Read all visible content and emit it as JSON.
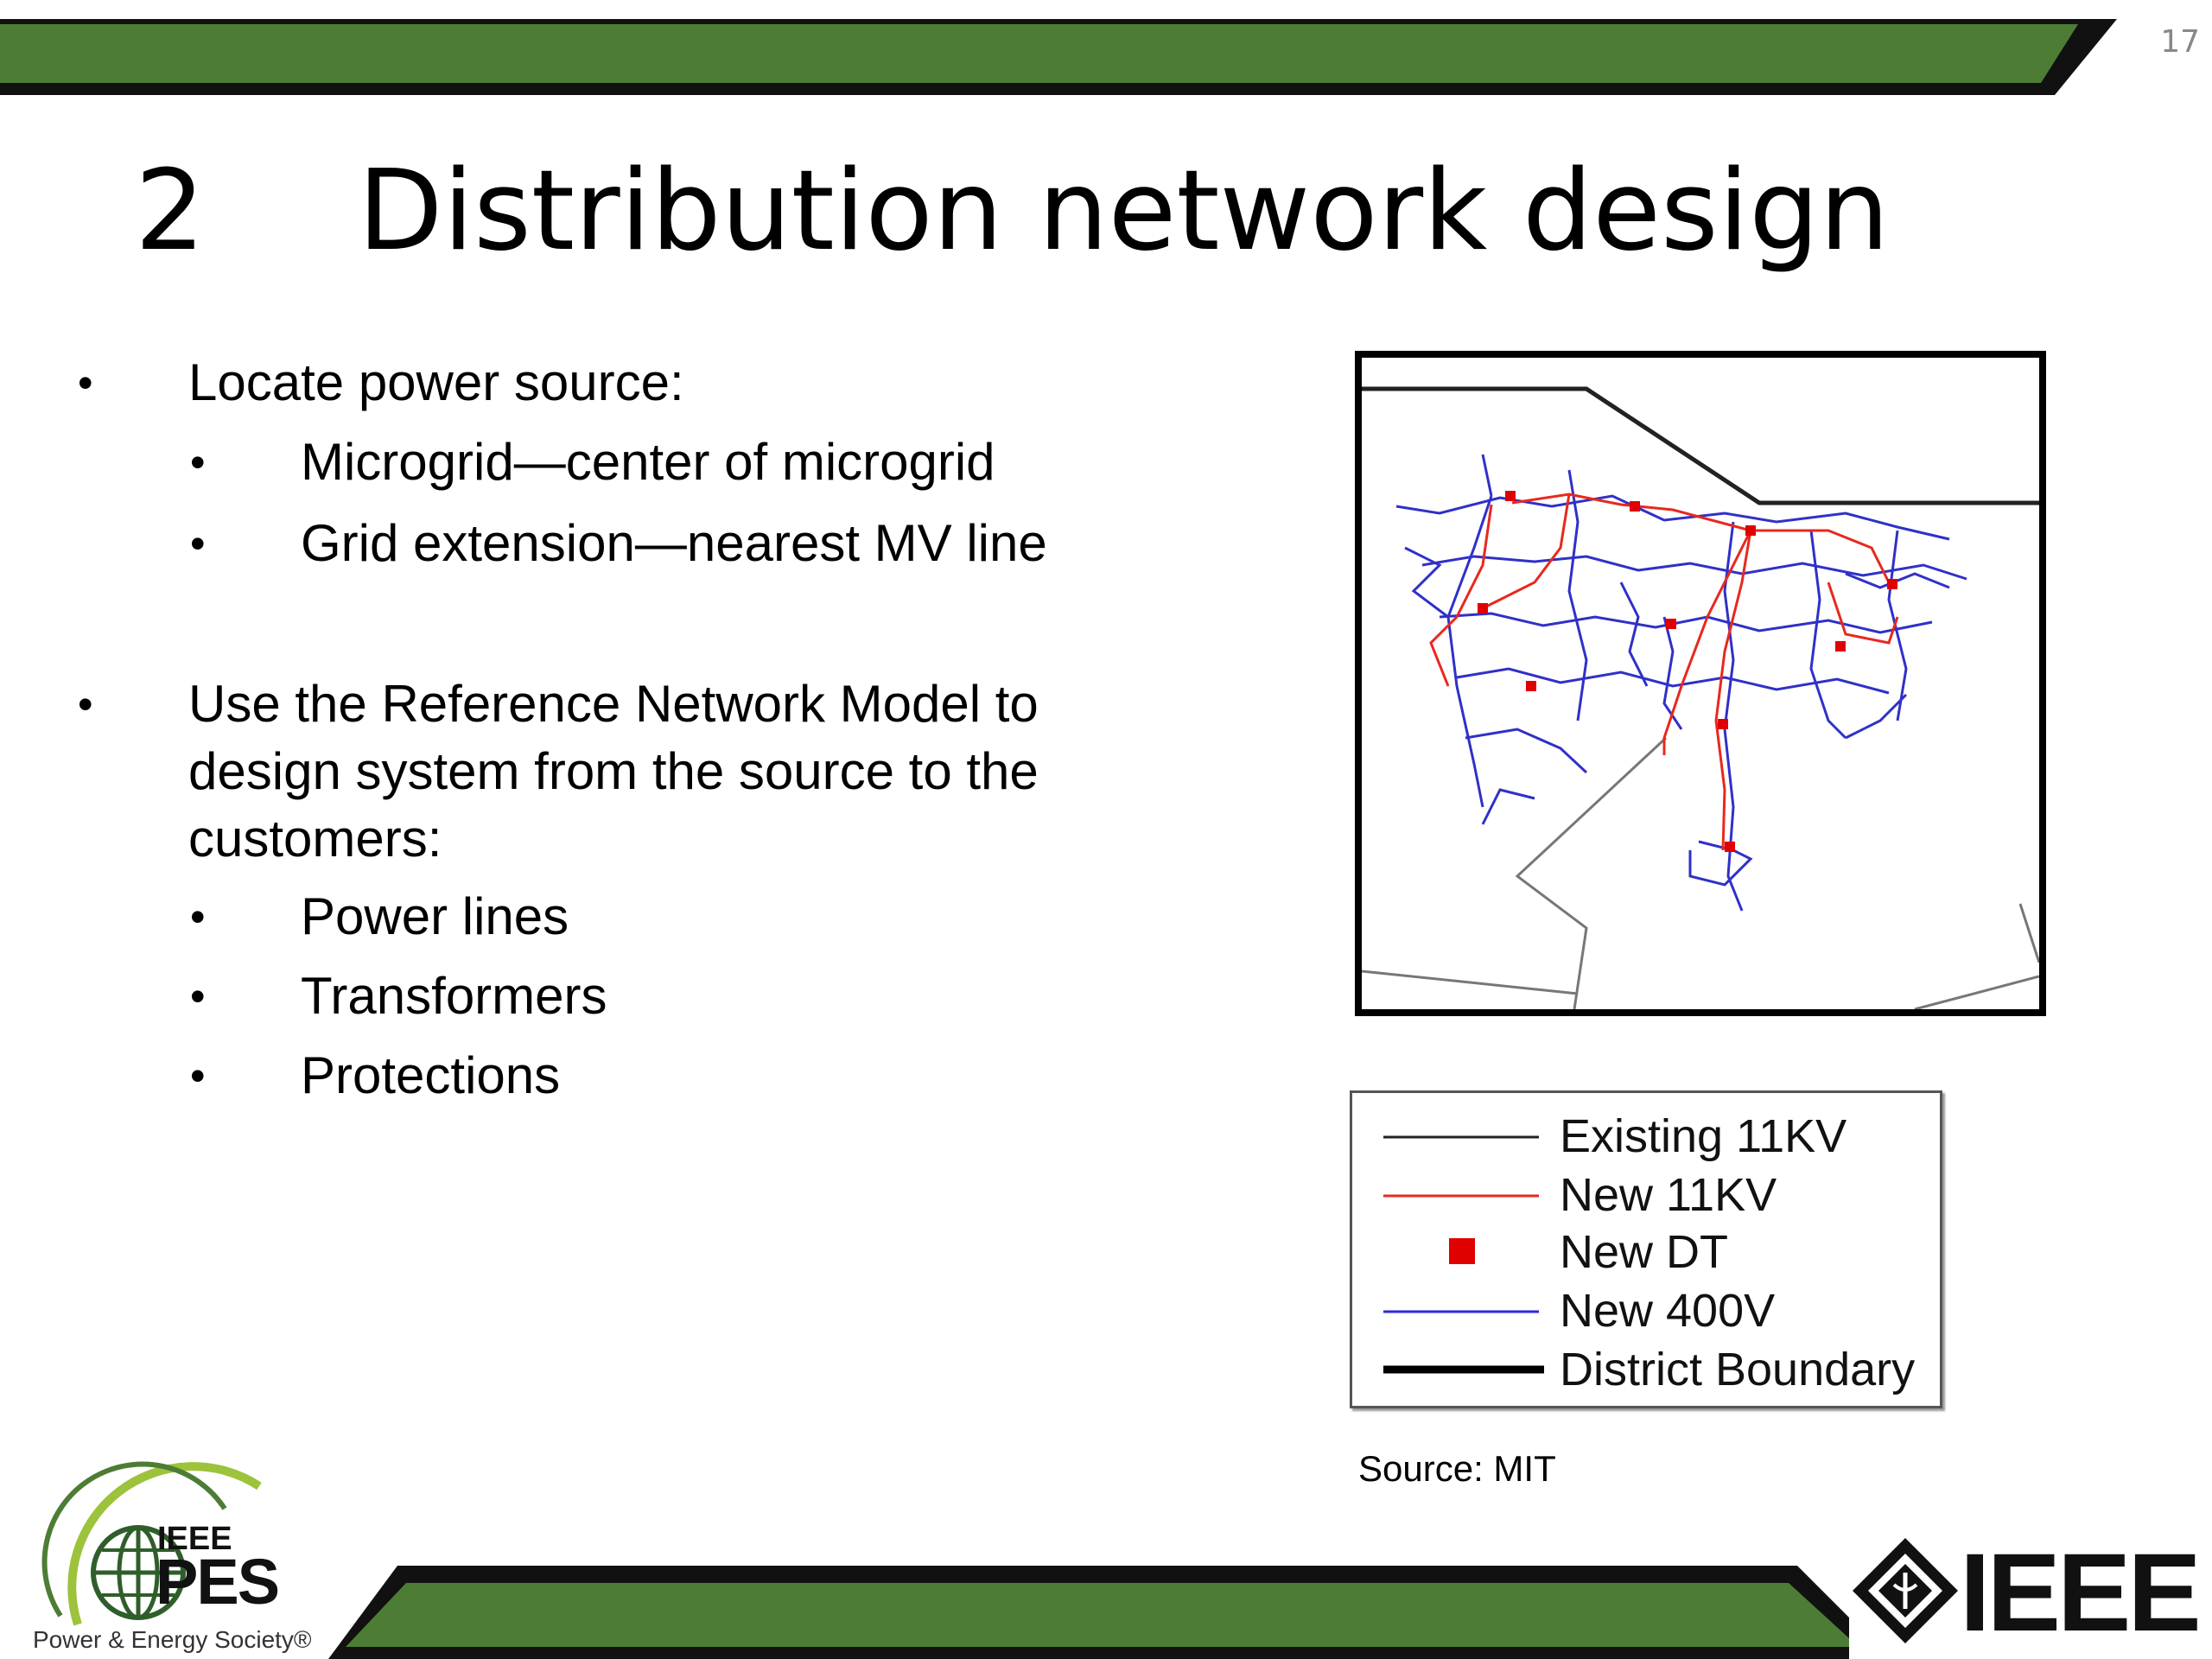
{
  "slide_number": "17",
  "title": {
    "number": "2",
    "text": "Distribution network design"
  },
  "bullets": [
    {
      "text": "Locate power source:",
      "level": 1
    },
    {
      "text": "Microgrid—center of microgrid",
      "level": 2
    },
    {
      "text": "Grid extension—nearest MV line",
      "level": 2
    },
    {
      "text_lines": [
        "Use the Reference Network Model to",
        "design system from the source to the",
        "customers:"
      ],
      "level": 1
    },
    {
      "text": "Power lines",
      "level": 2
    },
    {
      "text": "Transformers",
      "level": 2
    },
    {
      "text": "Protections",
      "level": 2
    }
  ],
  "bullet_char": "•",
  "legend": {
    "items": [
      {
        "label": "Existing 11KV",
        "symbol": "thin-line",
        "color": "#222222"
      },
      {
        "label": "New 11KV",
        "symbol": "thin-line",
        "color": "#e8281e"
      },
      {
        "label": "New DT",
        "symbol": "square",
        "color": "#e00000"
      },
      {
        "label": "New 400V",
        "symbol": "thin-line",
        "color": "#2a2ad8"
      },
      {
        "label": "District Boundary",
        "symbol": "thick-line",
        "color": "#000000"
      }
    ]
  },
  "source_text": "Source: MIT",
  "logos": {
    "pes": {
      "line1": "IEEE",
      "line2": "PES",
      "tagline": "Power & Energy Society®"
    },
    "ieee": {
      "text": "IEEE"
    }
  },
  "colors": {
    "bar_green": "#4d7d35",
    "bar_black": "#111111"
  }
}
